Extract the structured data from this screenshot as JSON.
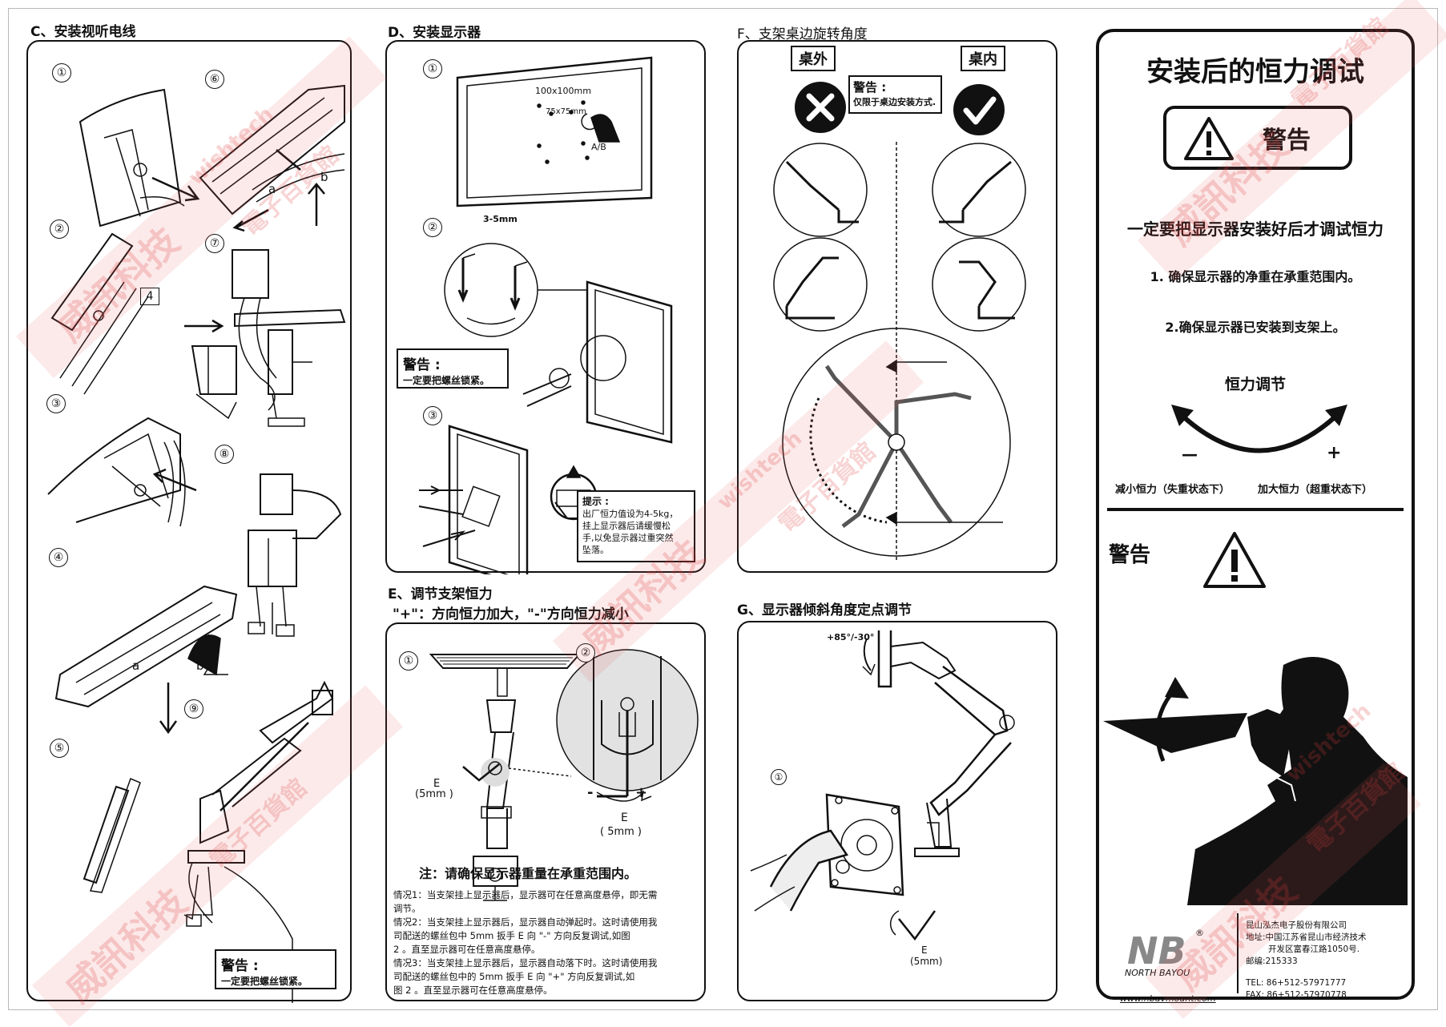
{
  "sections": {
    "c": {
      "title": "C、安装视听电线",
      "steps": [
        "①",
        "②",
        "③",
        "④",
        "⑤",
        "⑥",
        "⑦",
        "⑧",
        "⑨"
      ],
      "label_a": "a",
      "label_b": "b",
      "part_4": "4",
      "warning": {
        "title": "警告 :",
        "text": "一定要把螺丝锁紧。"
      }
    },
    "d": {
      "title": "D、安装显示器",
      "steps": [
        "①",
        "②",
        "③"
      ],
      "vesa_100": "100x100mm",
      "vesa_75": "75x75mm",
      "ab": "A/B",
      "gap": "3-5mm",
      "warning": {
        "title": "警告 :",
        "text": "一定要把螺丝锁紧。"
      },
      "tip": {
        "title": "提示 :",
        "lines": [
          "出厂恒力值设为4-5kg，",
          "挂上显示器后请缓慢松",
          "手,以免显示器过重突然",
          "坠落。"
        ]
      }
    },
    "e": {
      "title": "E、调节支架恒力",
      "subtitle": "\"+\"：方向恒力加大，\"-\"方向恒力减小",
      "steps": [
        "①",
        "②"
      ],
      "e_label": "E",
      "e_size": "(5mm )",
      "e_size2": "( 5mm )",
      "minus": "-",
      "plus": "+",
      "note_title": "注：请确保显示器重量在承重范围内。",
      "notes": [
        "情况1：当支架挂上显示器后，显示器可在任意高度悬停，即无需",
        "         调节。",
        "情况2：当支架挂上显示器后，显示器自动弹起时。这时请使用我",
        "         司配送的螺丝包中 5mm 扳手 E 向 \"-\" 方向反复调试,如图",
        "         2 。直至显示器可在任意高度悬停。",
        "情况3：当支架挂上显示器后，显示器自动落下时。这时请使用我",
        "         司配送的螺丝包中的 5mm 扳手 E  向 \"+\" 方向反复调试,如",
        "         图 2 。直至显示器可在任意高度悬停。"
      ]
    },
    "f": {
      "title": "F、支架桌边旋转角度",
      "outside": "桌外",
      "inside": "桌内",
      "warning": {
        "title": "警告 :",
        "text": "仅限于桌边安装方式."
      }
    },
    "g": {
      "title": "G、显示器倾斜角度定点调节",
      "angle": "+85°/-30°",
      "step": "①",
      "e_label": "E",
      "e_size": "(5mm)"
    }
  },
  "right_panel": {
    "title": "安装后的恒力调试",
    "warning_label": "警告",
    "main_instruction": "一定要把显示器安装好后才调试恒力",
    "items": [
      "1. 确保显示器的净重在承重范围内。",
      "2.确保显示器已安装到支架上。"
    ],
    "force_title": "恒力调节",
    "minus": "—",
    "plus": "+",
    "decrease_label": "减小恒力（失重状态下）",
    "increase_label": "加大恒力（超重状态下）",
    "bottom_warning": "警告",
    "brand": {
      "logo": "NB",
      "name": "NORTH BAYOU",
      "url": "www.nbavmount.com",
      "company": "昆山泓杰电子股份有限公司",
      "address_1": "地址:中国江苏省昆山市经济技术",
      "address_2": "开发区富春江路1050号.",
      "postcode": "邮编:215333",
      "tel": "TEL: 86+512-57971777",
      "fax": "FAX: 86+512-57970778"
    }
  },
  "watermark": {
    "text_cn": "威訊科技",
    "text_en": "wishtech",
    "text_shop": "電子百貨館"
  }
}
